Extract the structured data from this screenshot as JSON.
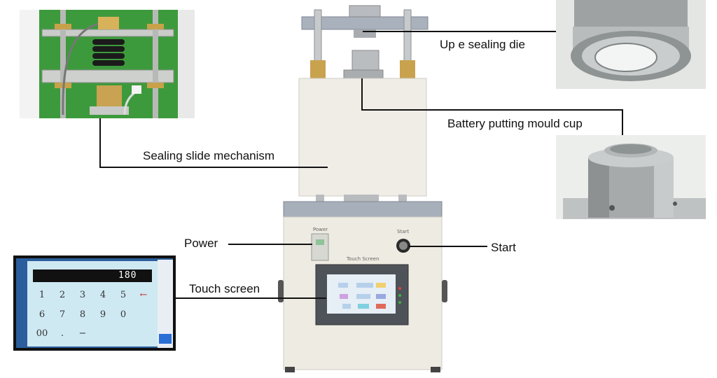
{
  "labels": {
    "upper_die": "Up e sealing die",
    "mould_cup": "Battery putting mould cup",
    "slide": "Sealing slide mechanism",
    "power": "Power",
    "start": "Start",
    "touch": "Touch screen"
  },
  "panel": {
    "power": "Power",
    "start": "Start",
    "touch_screen": "Touch Screen"
  },
  "keypad": {
    "display": "180",
    "row1": [
      "1",
      "2",
      "3",
      "4",
      "5",
      "←"
    ],
    "row2": [
      "6",
      "7",
      "8",
      "9",
      "0",
      ""
    ],
    "row3": [
      "00",
      ".",
      "−",
      "",
      "",
      ""
    ]
  }
}
